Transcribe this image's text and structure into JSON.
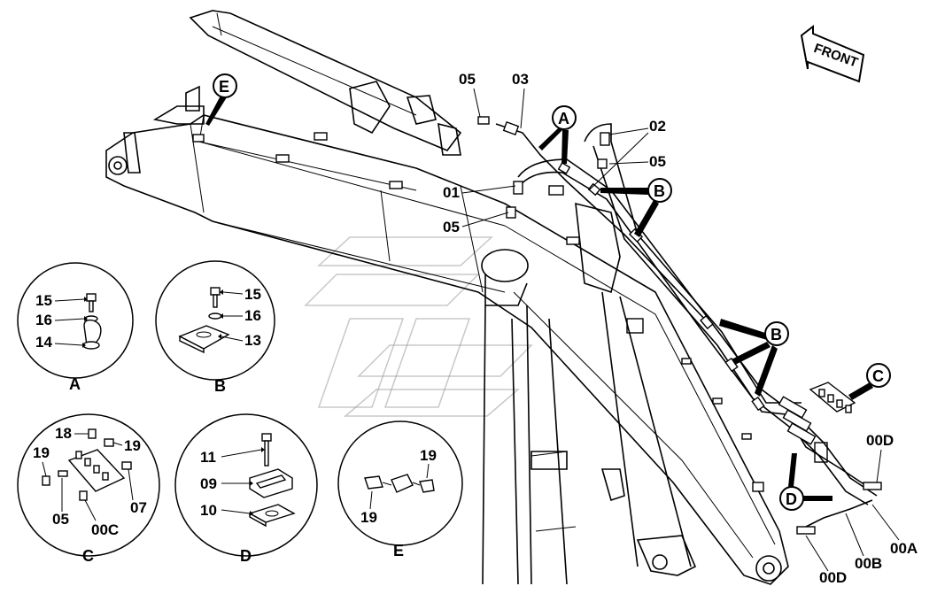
{
  "direction": {
    "label": "FRONT"
  },
  "callouts": {
    "A": "A",
    "B": "B",
    "C": "C",
    "D": "D",
    "E": "E"
  },
  "main_labels": {
    "p05a": "05",
    "p03": "03",
    "p02": "02",
    "p05b": "05",
    "p01": "01",
    "p05c": "05",
    "p00D_top": "00D",
    "p00A": "00A",
    "p00B": "00B",
    "p00D_bottom": "00D"
  },
  "details": {
    "A": {
      "title": "A",
      "labels": [
        "15",
        "16",
        "14"
      ]
    },
    "B": {
      "title": "B",
      "labels": [
        "15",
        "16",
        "13"
      ]
    },
    "C": {
      "title": "C",
      "labels": [
        "18",
        "19",
        "19",
        "05",
        "00C",
        "07"
      ]
    },
    "D": {
      "title": "D",
      "labels": [
        "11",
        "09",
        "10"
      ]
    },
    "E": {
      "title": "E",
      "labels": [
        "19",
        "19"
      ]
    }
  }
}
